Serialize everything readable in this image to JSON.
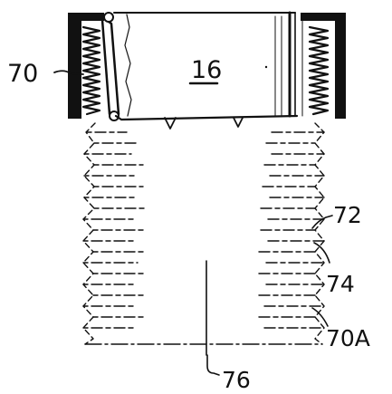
{
  "labels": {
    "spring_ref": "70",
    "piston_ref": "16",
    "thread_crest_ref": "72",
    "thread_root_ref": "74",
    "thread_ref": "70A",
    "axis_ref": "76"
  },
  "colors": {
    "ink": "#111111",
    "background": "#ffffff"
  }
}
